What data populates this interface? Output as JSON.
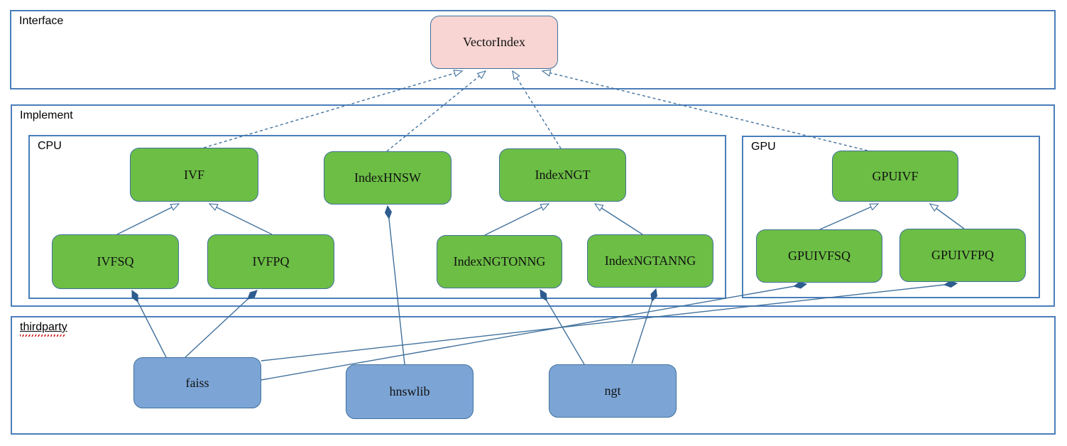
{
  "diagram": {
    "containers": {
      "interface": {
        "label": "Interface"
      },
      "implement": {
        "label": "Implement"
      },
      "cpu": {
        "label": "CPU"
      },
      "gpu": {
        "label": "GPU"
      },
      "thirdparty": {
        "label": "thirdparty"
      }
    },
    "nodes": {
      "vector_index": {
        "label": "VectorIndex",
        "fill": "#f8d5d2"
      },
      "ivf": {
        "label": "IVF",
        "fill": "#6cbe45"
      },
      "index_hnsw": {
        "label": "IndexHNSW",
        "fill": "#6cbe45"
      },
      "index_ngt": {
        "label": "IndexNGT",
        "fill": "#6cbe45"
      },
      "gpu_ivf": {
        "label": "GPUIVF",
        "fill": "#6cbe45"
      },
      "ivfsq": {
        "label": "IVFSQ",
        "fill": "#6cbe45"
      },
      "ivfpq": {
        "label": "IVFPQ",
        "fill": "#6cbe45"
      },
      "index_ngtonng": {
        "label": "IndexNGTONNG",
        "fill": "#6cbe45"
      },
      "index_ngtanng": {
        "label": "IndexNGTANNG",
        "fill": "#6cbe45"
      },
      "gpu_ivfsq": {
        "label": "GPUIVFSQ",
        "fill": "#6cbe45"
      },
      "gpu_ivfpq": {
        "label": "GPUIVFPQ",
        "fill": "#6cbe45"
      },
      "faiss": {
        "label": "faiss",
        "fill": "#7ca5d6"
      },
      "hnswlib": {
        "label": "hnswlib",
        "fill": "#7ca5d6"
      },
      "ngt": {
        "label": "ngt",
        "fill": "#7ca5d6"
      }
    },
    "relationships": [
      {
        "from": "IVF",
        "to": "VectorIndex",
        "type": "realization"
      },
      {
        "from": "IndexHNSW",
        "to": "VectorIndex",
        "type": "realization"
      },
      {
        "from": "IndexNGT",
        "to": "VectorIndex",
        "type": "realization"
      },
      {
        "from": "GPUIVF",
        "to": "VectorIndex",
        "type": "realization"
      },
      {
        "from": "IVFSQ",
        "to": "IVF",
        "type": "generalization"
      },
      {
        "from": "IVFPQ",
        "to": "IVF",
        "type": "generalization"
      },
      {
        "from": "IndexNGTONNG",
        "to": "IndexNGT",
        "type": "generalization"
      },
      {
        "from": "IndexNGTANNG",
        "to": "IndexNGT",
        "type": "generalization"
      },
      {
        "from": "GPUIVFSQ",
        "to": "GPUIVF",
        "type": "generalization"
      },
      {
        "from": "GPUIVFPQ",
        "to": "GPUIVF",
        "type": "generalization"
      },
      {
        "from": "faiss",
        "to": "IVFSQ",
        "type": "composition"
      },
      {
        "from": "faiss",
        "to": "IVFPQ",
        "type": "composition"
      },
      {
        "from": "faiss",
        "to": "GPUIVFSQ",
        "type": "composition"
      },
      {
        "from": "faiss",
        "to": "GPUIVFPQ",
        "type": "composition"
      },
      {
        "from": "hnswlib",
        "to": "IndexHNSW",
        "type": "composition"
      },
      {
        "from": "ngt",
        "to": "IndexNGTONNG",
        "type": "composition"
      },
      {
        "from": "ngt",
        "to": "IndexNGTANNG",
        "type": "composition"
      }
    ],
    "colors": {
      "node_green": "#6cbe45",
      "node_pink": "#f8d5d2",
      "node_blue": "#7ca5d6",
      "connector": "#41719c",
      "container_border": "#4a7ebb",
      "diamond": "#2e5c8e",
      "spellcheck_squiggle": "#cc1111"
    }
  }
}
